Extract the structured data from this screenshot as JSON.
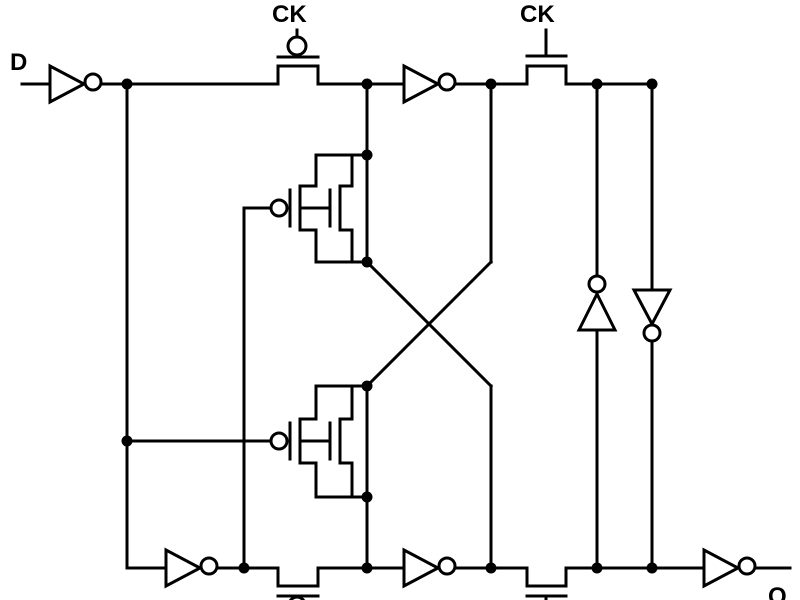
{
  "labels": {
    "data_in": "D",
    "clock_top_left": "CK",
    "clock_top_right": "CK",
    "q_out": "Q"
  }
}
